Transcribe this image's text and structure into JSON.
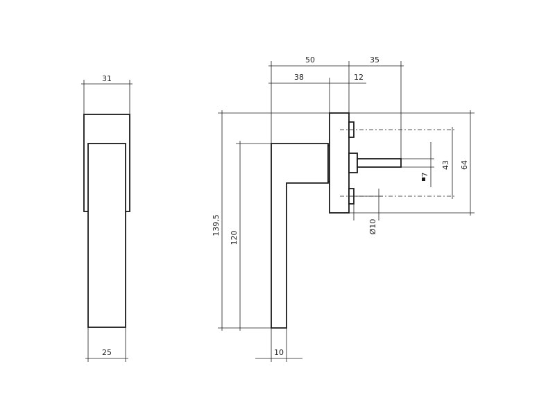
{
  "dimensions": {
    "side_top_width": "31",
    "side_bottom_width": "25",
    "total_length": "139,5",
    "lever_length": "120",
    "lever_thickness": "10",
    "depth_overall": "50",
    "spindle_length": "35",
    "rose_offset": "38",
    "rose_thickness": "12",
    "screw_spacing": "43",
    "rose_height": "64",
    "spindle_square": "7",
    "screw_diameter": "Ø10"
  }
}
